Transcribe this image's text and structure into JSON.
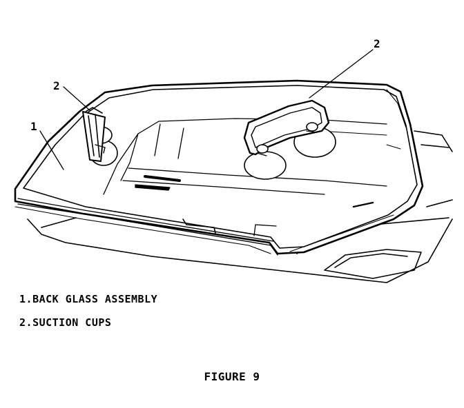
{
  "callouts": {
    "glass_number": "1",
    "cup_left_number": "2",
    "cup_right_number": "2"
  },
  "legend": [
    {
      "number": "1.",
      "text": "BACK GLASS ASSEMBLY"
    },
    {
      "number": "2.",
      "text": "SUCTION CUPS"
    }
  ],
  "caption": "FIGURE 9"
}
